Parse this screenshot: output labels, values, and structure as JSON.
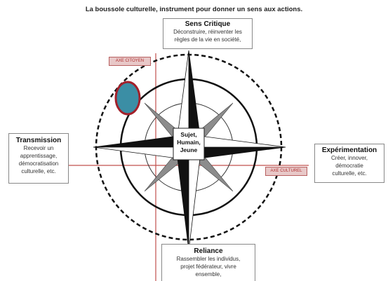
{
  "title": "La boussole culturelle, instrument pour donner un sens aux actions.",
  "center": "Sujet,\nHumain,\nJeune",
  "top": {
    "title": "Sens Critique",
    "desc": "Déconstruire, réinventer les\nrègles de la vie en société,"
  },
  "left": {
    "title": "Transmission",
    "desc": "Recevoir un\napprentissage,\ndémocratisation\nculturelle, etc."
  },
  "right": {
    "title": "Expérimentation",
    "desc": "Créer, innover,\ndémocratie\nculturelle, etc."
  },
  "bottom": {
    "title": "Reliance",
    "desc": "Rassembler les individus,\nprojet fédérateur, vivre\nensemble,"
  },
  "axes": {
    "citizen": "AXE CITOYEN",
    "cultural": "AXE CULTUREL"
  },
  "colors": {
    "axis": "#c0504d",
    "marker_fill": "#3b8ea5",
    "marker_stroke": "#a3202a"
  }
}
